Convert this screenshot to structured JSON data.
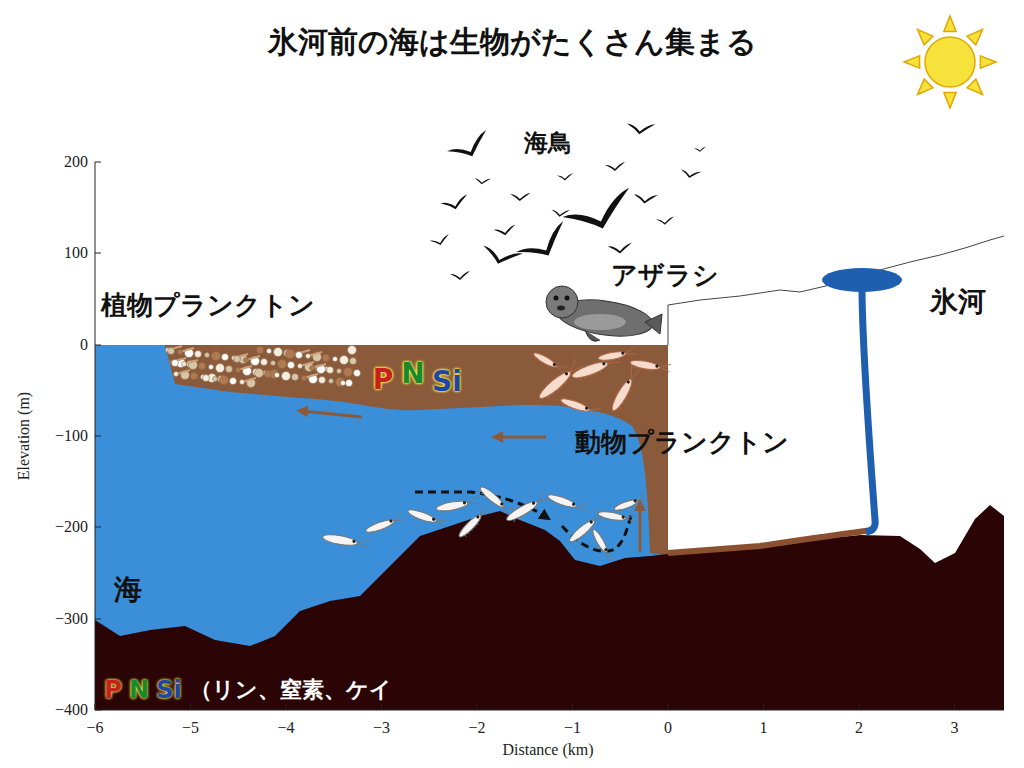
{
  "diagram": {
    "title": "氷河前の海は生物がたくさん集まる",
    "labels": [
      "海鳥",
      "アザラシ",
      "植物プランクトン",
      "氷河",
      "P",
      "N",
      "Si",
      "動物プランクトン",
      "海",
      "P",
      "N",
      "Si",
      "（リン、窒素、ケイ",
      "200",
      "100",
      "0",
      "−100",
      "−200",
      "−300",
      "−400",
      "Elevation (m)",
      "−6",
      "−5",
      "−4",
      "−3",
      "−2",
      "−1",
      "0",
      "1",
      "2",
      "3",
      "Distance (km)"
    ]
  }
}
